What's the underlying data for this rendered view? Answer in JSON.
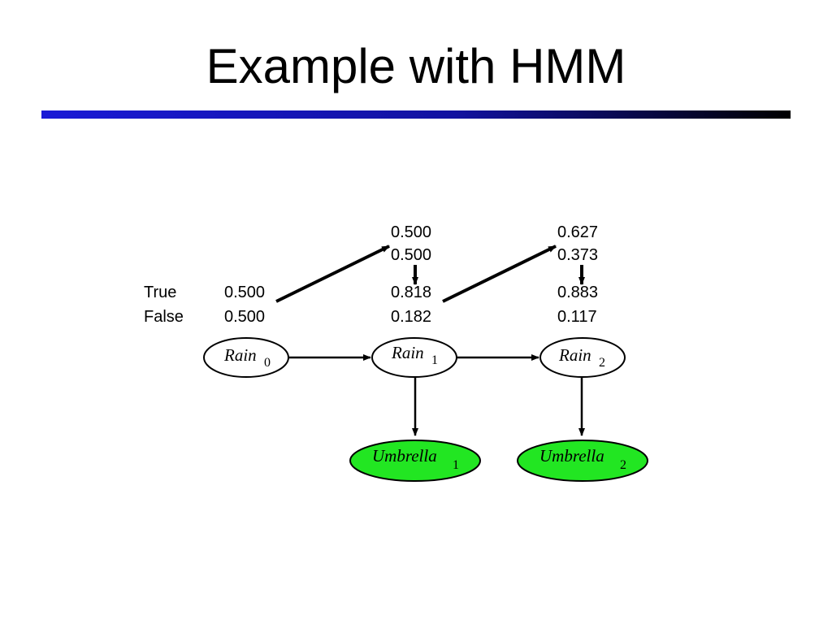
{
  "slide": {
    "title": "Example with HMM"
  },
  "colors": {
    "rule": "#1212a0",
    "evidence_fill": "#22e622"
  },
  "diagram": {
    "row_labels": {
      "true": "True",
      "false": "False"
    },
    "t0": {
      "true": "0.500",
      "false": "0.500"
    },
    "t1": {
      "predicted_true": "0.500",
      "predicted_false": "0.500",
      "filtered_true": "0.818",
      "filtered_false": "0.182"
    },
    "t2": {
      "predicted_true": "0.627",
      "predicted_false": "0.373",
      "filtered_true": "0.883",
      "filtered_false": "0.117"
    },
    "nodes": {
      "rain0": {
        "name": "Rain",
        "sub": "0"
      },
      "rain1": {
        "name": "Rain",
        "sub": "1"
      },
      "rain2": {
        "name": "Rain",
        "sub": "2"
      },
      "umbrella1": {
        "name": "Umbrella",
        "sub": "1"
      },
      "umbrella2": {
        "name": "Umbrella",
        "sub": "2"
      }
    }
  }
}
